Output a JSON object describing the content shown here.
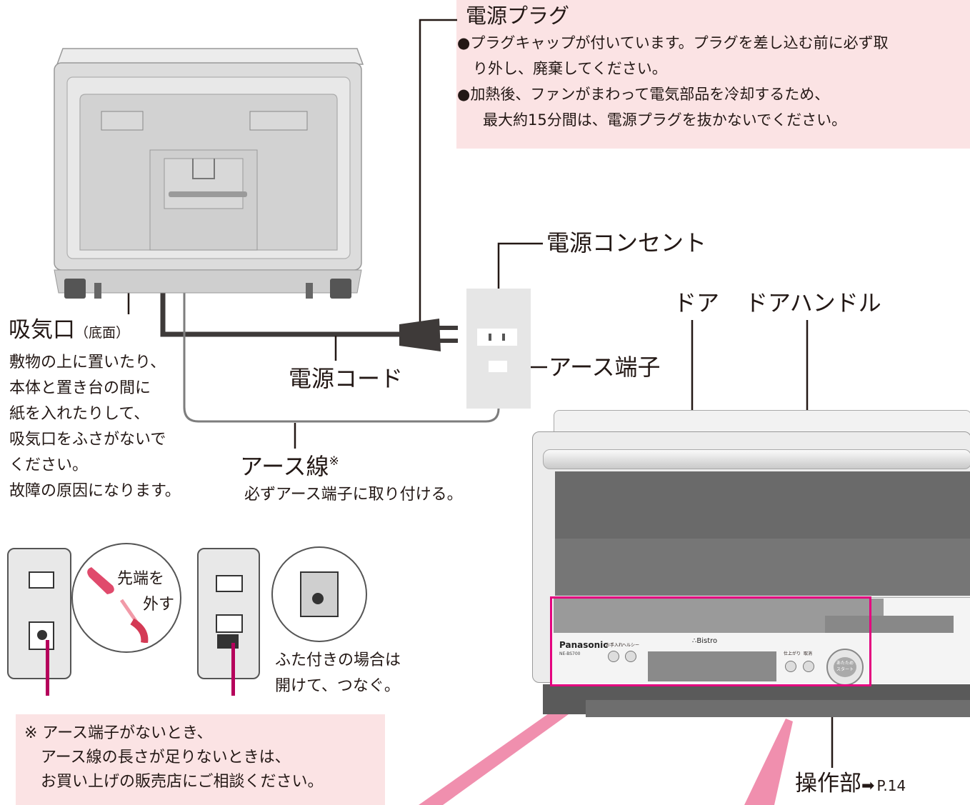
{
  "power_plug": {
    "title": "電源プラグ",
    "note1_line1": "●プラグキャップが付いています。プラグを差し込む前に必ず取",
    "note1_line2": "り外し、廃棄してください。",
    "note2_line1": "●加熱後、ファンがまわって電気部品を冷却するため、",
    "note2_line2": "最大約15分間は、電源プラグを抜かないでください。"
  },
  "outlet_label": "電源コンセント",
  "door_label": "ドア",
  "door_handle_label": "ドアハンドル",
  "earth_terminal_label": "アース端子",
  "power_cord_label": "電源コード",
  "earth_wire": {
    "label": "アース線",
    "mark": "※",
    "note": "必ずアース端子に取り付ける。"
  },
  "intake": {
    "label": "吸気口",
    "sub": "（底面）",
    "lines": [
      "敷物の上に置いたり、",
      "本体と置き台の間に",
      "紙を入れたりして、",
      "吸気口をふさがないで",
      "ください。",
      "故障の原因になります。"
    ]
  },
  "tip_label": {
    "line1": "先端を",
    "line2": "外す"
  },
  "lid_note": {
    "line1": "ふた付きの場合は",
    "line2": "開けて、つなぐ。"
  },
  "footnote": {
    "line1": "※ アース端子がないとき、",
    "line2": "アース線の長さが足りないときは、",
    "line3": "お買い上げの販売店にご相談ください。"
  },
  "control_panel": {
    "label": "操作部",
    "ref": "P.14"
  },
  "oven_panel": {
    "brand": "Panasonic",
    "model": "NE-BS700",
    "bistro": "∴Bistro",
    "btn_care": "お手入れ",
    "btn_healthy": "ヘルシー",
    "btn_finish": "仕上がり",
    "btn_cancel": "取消",
    "dial_line1": "あたため",
    "dial_line2": "スタート"
  },
  "colors": {
    "accent": "#e4007f",
    "pink_box": "#fbe3e4",
    "text": "#231815"
  }
}
